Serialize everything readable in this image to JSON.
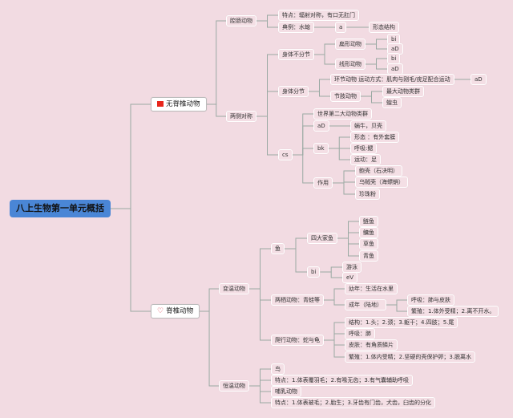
{
  "root": "八上生物第一单元概括",
  "colors": {
    "root": "#4a86d6",
    "background": "#f2dbe2",
    "line": "#9aa9a3",
    "flag": "#e8261c"
  },
  "invertebrates": {
    "label": "无脊椎动物",
    "icon": "flag-icon",
    "coelenterates": {
      "label": "腔肠动物",
      "feature": "特点：辐射对称，有口无肛门",
      "example": "典例：水螅",
      "a": "a",
      "structure": "形态结构"
    },
    "bilateral": {
      "label": "两侧对称",
      "unsegmented": {
        "label": "身体不分节",
        "flatworm": "扁形动物",
        "flat_bi": "bi",
        "flat_aD": "aD",
        "roundworm": "线形动物",
        "round_bi": "bi",
        "round_aD": "aD"
      },
      "segmented": {
        "label": "身体分节",
        "annelid": "环节动物 运动方式：肌肉与刚毛/疣足配合运动",
        "annelid_aD": "aD",
        "arthropod": "节肢动物",
        "arthropod_1": "最大动物类群",
        "arthropod_2": "蝗虫"
      },
      "cs": {
        "label": "cs",
        "second_largest": "世界第二大动物类群",
        "aD": "aD",
        "snail": "蜗牛，贝壳",
        "bk": "bk",
        "bk_1": "形态 ：有外套膜",
        "bk_2": "呼吸:鳃",
        "bk_3": "运动：足",
        "use": "作用",
        "use_1": "鲍壳（石决明）",
        "use_2": "乌贼壳（海螵蛸）",
        "use_3": "珍珠粉"
      }
    }
  },
  "vertebrates": {
    "label": "脊椎动物",
    "icon": "heart-icon",
    "cold": {
      "label": "变温动物",
      "fish": {
        "label": "鱼",
        "four": "四大家鱼",
        "f1": "鲢鱼",
        "f2": "鳙鱼",
        "f3": "草鱼",
        "f4": "青鱼",
        "bi": "bi",
        "swim": "游泳",
        "eV": "eV"
      },
      "amphibian": {
        "label": "两栖动物：青蛙等",
        "young": "幼年：生活在水里",
        "adult": "成年（陆地）",
        "breath": "呼吸：肺与皮肤",
        "repro": "繁殖：1.体外受精；2.离不开水。"
      },
      "reptile": {
        "label": "爬行动物：蛇与龟",
        "structure": "结构：1.头；2.颈；3.躯干；4.四肢；5.尾",
        "breath": "呼吸：肺",
        "skin": "皮肤：有角质鳞片",
        "repro": "繁殖：1.体内受精；2.坚硬的壳保护卵；3.脱离水"
      }
    },
    "warm": {
      "label": "恒温动物",
      "bird": "鸟",
      "bird_feat": "特点：1.体表覆羽毛；2.有喙无齿；3.有气囊辅助呼吸",
      "mammal": "哺乳动物",
      "mammal_feat": "特点：1.体表被毛；2.胎生；3.牙齿有门齿，犬齿，臼齿的分化"
    }
  }
}
